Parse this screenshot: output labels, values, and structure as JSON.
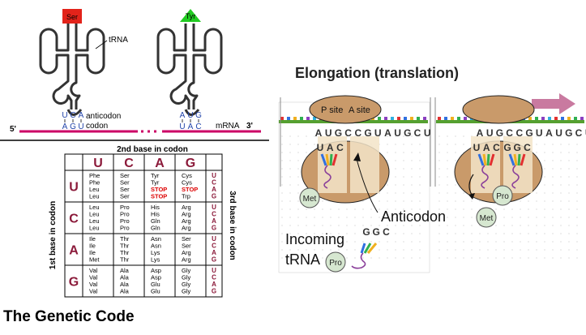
{
  "trna_panel": {
    "trna_left": {
      "amino_acid": "Ser",
      "amino_color": "#e2231a",
      "label": "tRNA",
      "anticodon": [
        "U",
        "C",
        "A"
      ],
      "codon": [
        "A",
        "G",
        "U"
      ]
    },
    "trna_right": {
      "amino_acid": "Tyr",
      "amino_color": "#22cc22",
      "anticodon": [
        "A",
        "U",
        "G"
      ],
      "codon": [
        "U",
        "A",
        "C"
      ]
    },
    "anticodon_label": "anticodon",
    "codon_label": "codon",
    "mrna_5": "5'",
    "mrna_label": "mRNA",
    "mrna_3": "3'",
    "codon_letter_color": "#2244aa",
    "mrna_color": "#cc0066"
  },
  "genetic_code": {
    "title": "The Genetic Code",
    "top_header": "2nd base in codon",
    "left_header": "1st base in codon",
    "right_header": "3rd base in codon",
    "bases": [
      "U",
      "C",
      "A",
      "G"
    ],
    "third": [
      "U",
      "C",
      "A",
      "G"
    ],
    "rows": [
      [
        [
          "Phe",
          "Phe",
          "Leu",
          "Leu"
        ],
        [
          "Ser",
          "Ser",
          "Ser",
          "Ser"
        ],
        [
          "Tyr",
          "Tyr",
          "STOP",
          "STOP"
        ],
        [
          "Cys",
          "Cys",
          "STOP",
          "Trp"
        ]
      ],
      [
        [
          "Leu",
          "Leu",
          "Leu",
          "Leu"
        ],
        [
          "Pro",
          "Pro",
          "Pro",
          "Pro"
        ],
        [
          "His",
          "His",
          "Gln",
          "Gln"
        ],
        [
          "Arg",
          "Arg",
          "Arg",
          "Arg"
        ]
      ],
      [
        [
          "Ile",
          "Ile",
          "Ile",
          "Met"
        ],
        [
          "Thr",
          "Thr",
          "Thr",
          "Thr"
        ],
        [
          "Asn",
          "Asn",
          "Lys",
          "Lys"
        ],
        [
          "Ser",
          "Ser",
          "Arg",
          "Arg"
        ]
      ],
      [
        [
          "Val",
          "Val",
          "Val",
          "Val"
        ],
        [
          "Ala",
          "Ala",
          "Ala",
          "Ala"
        ],
        [
          "Asp",
          "Asp",
          "Glu",
          "Glu"
        ],
        [
          "Gly",
          "Gly",
          "Gly",
          "Gly"
        ]
      ]
    ],
    "base_color": "#8b1a3a",
    "stop_color": "#dd0000"
  },
  "elongation": {
    "title": "Elongation (translation)",
    "p_site": "P site",
    "a_site": "A site",
    "mrna_left": [
      "A",
      "U",
      "G",
      "C",
      "C",
      "G",
      "U",
      "A",
      "U",
      "G",
      "C",
      "U"
    ],
    "mrna_right": [
      "A",
      "U",
      "G",
      "C",
      "C",
      "G",
      "U",
      "A",
      "U",
      "G",
      "C",
      "U"
    ],
    "anticodon_left": [
      "U",
      "A",
      "C"
    ],
    "anticodon_right_1": [
      "U",
      "A",
      "C"
    ],
    "anticodon_right_2": [
      "G",
      "G",
      "C"
    ],
    "met_label": "Met",
    "pro_label": "Pro",
    "anticodon_label": "Anticodon",
    "incoming_label_1": "Incoming",
    "incoming_label_2": "tRNA",
    "incoming_anticodon": [
      "G",
      "G",
      "C"
    ],
    "incoming_amino": "Pro",
    "ribosome_color": "#c99a6a",
    "arrow_color": "#c97aa0"
  }
}
